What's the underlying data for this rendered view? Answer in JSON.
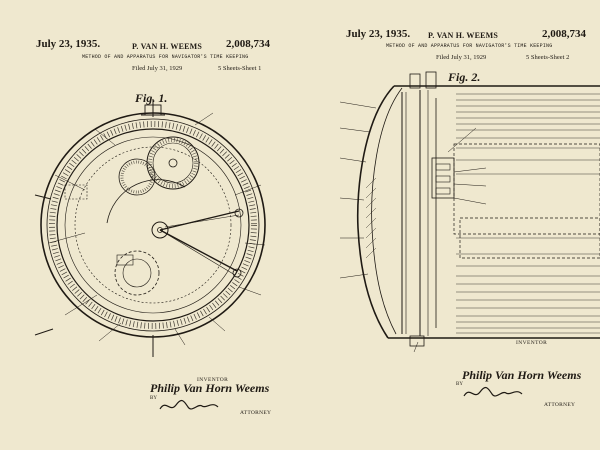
{
  "left_sheet": {
    "date": "July 23, 1935.",
    "inventor": "P. VAN H. WEEMS",
    "patent_number": "2,008,734",
    "title": "METHOD OF AND APPARATUS FOR NAVIGATOR'S TIME KEEPING",
    "filed": "Filed July 31, 1929",
    "sheets": "5 Sheets-Sheet 1",
    "figure": "Fig. 1.",
    "inventor_label": "INVENTOR",
    "inventor_signature": "Philip Van Horn Weems",
    "by_label": "BY",
    "attorney_label": "ATTORNEY"
  },
  "right_sheet": {
    "date": "July 23, 1935.",
    "inventor": "P. VAN H. WEEMS",
    "patent_number": "2,008,734",
    "title": "METHOD OF AND APPARATUS FOR NAVIGATOR'S TIME KEEPING",
    "filed": "Filed July 31, 1929",
    "sheets": "5 Sheets-Sheet 2",
    "figure": "Fig. 2.",
    "inventor_label": "INVENTOR",
    "inventor_signature": "Philip Van Horn Weems",
    "by_label": "BY",
    "attorney_label": "ATTORNEY"
  },
  "colors": {
    "paper": "#efe8cf",
    "ink": "#1f1a14"
  }
}
